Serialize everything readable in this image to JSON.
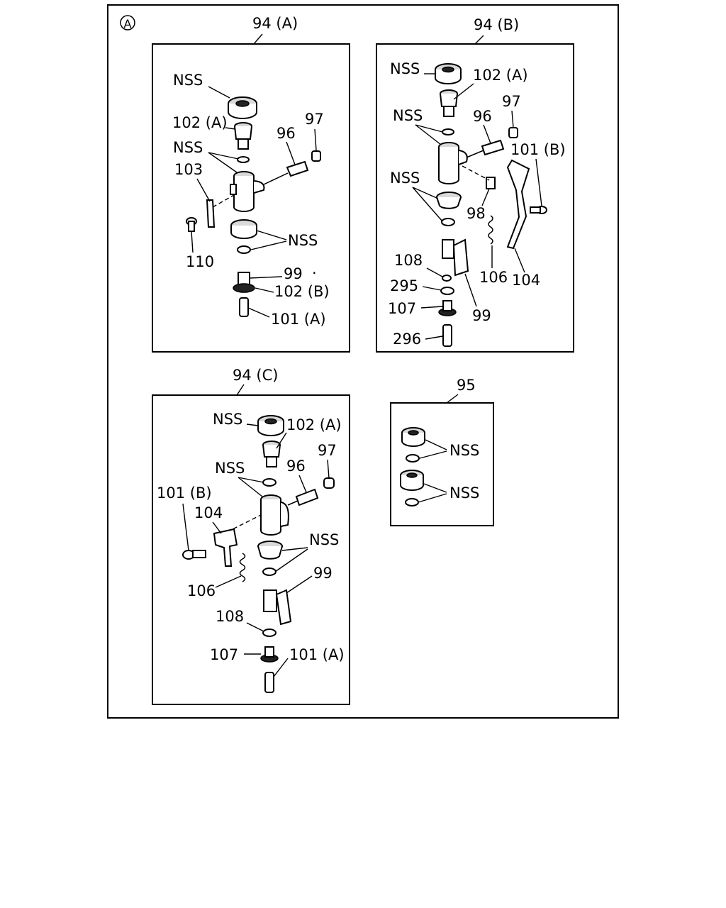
{
  "sheet": {
    "marker": "A"
  },
  "panel_a": {
    "title": "94 (A)",
    "labels": {
      "nss_top": "NSS",
      "p102a": "102 (A)",
      "nss_mid": "NSS",
      "p96": "96",
      "p97": "97",
      "p103": "103",
      "p110": "110",
      "nss_low": "NSS",
      "p99": "99",
      "dot": "·",
      "p102b": "102 (B)",
      "p101a": "101 (A)"
    }
  },
  "panel_b": {
    "title": "94 (B)",
    "labels": {
      "nss_top": "NSS",
      "p102a": "102 (A)",
      "p97": "97",
      "nss_mid": "NSS",
      "p96": "96",
      "p101b": "101 (B)",
      "nss_low": "NSS",
      "p98": "98",
      "p108": "108",
      "p106": "106",
      "p104": "104",
      "p295": "295",
      "p107": "107",
      "p99": "99",
      "p296": "296"
    }
  },
  "panel_c": {
    "title": "94 (C)",
    "labels": {
      "nss_top": "NSS",
      "p102a": "102 (A)",
      "p97": "97",
      "nss_mid": "NSS",
      "p96": "96",
      "p101b": "101 (B)",
      "p104": "104",
      "nss_low": "NSS",
      "p99": "99",
      "p106": "106",
      "p108": "108",
      "p107": "107",
      "p101a": "101 (A)"
    }
  },
  "panel_95": {
    "title": "95",
    "labels": {
      "nss_1": "NSS",
      "nss_2": "NSS"
    }
  }
}
